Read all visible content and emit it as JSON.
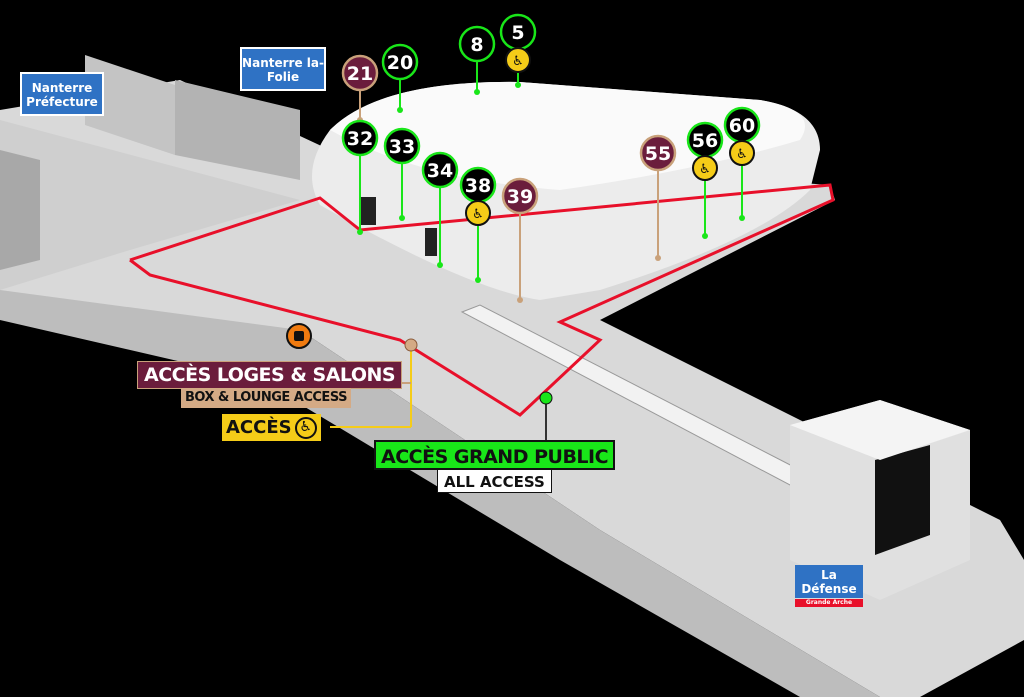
{
  "stations": {
    "nanterre_prefecture": "Nanterre Préfecture",
    "nanterre_la_folie": "Nanterre la-Folie",
    "la_defense": "La Défense",
    "la_defense_sub": "Grande Arche"
  },
  "legend": {
    "loges": "ACCÈS LOGES & SALONS",
    "loges_en": "BOX & LOUNGE ACCESS",
    "pmr": "ACCÈS",
    "grand_public": "ACCÈS GRAND PUBLIC",
    "grand_public_en": "ALL ACCESS"
  },
  "colors": {
    "general": "#19e619",
    "loges": "#6b1d3c",
    "loges_border": "#c9a17a",
    "pmr": "#f5cc18",
    "route": "#e8102a"
  },
  "gates": [
    {
      "number": "21",
      "type": "loges",
      "wheelchair": false
    },
    {
      "number": "20",
      "type": "general",
      "wheelchair": false
    },
    {
      "number": "8",
      "type": "general",
      "wheelchair": false
    },
    {
      "number": "5",
      "type": "general",
      "wheelchair": true
    },
    {
      "number": "32",
      "type": "general",
      "wheelchair": false
    },
    {
      "number": "33",
      "type": "general",
      "wheelchair": false
    },
    {
      "number": "34",
      "type": "general",
      "wheelchair": false
    },
    {
      "number": "38",
      "type": "general",
      "wheelchair": true
    },
    {
      "number": "39",
      "type": "loges",
      "wheelchair": false
    },
    {
      "number": "55",
      "type": "loges",
      "wheelchair": false
    },
    {
      "number": "56",
      "type": "general",
      "wheelchair": true
    },
    {
      "number": "60",
      "type": "general",
      "wheelchair": true
    }
  ]
}
